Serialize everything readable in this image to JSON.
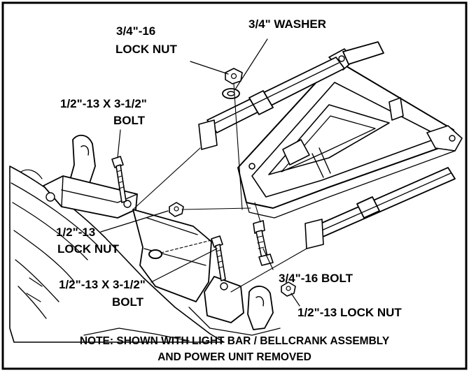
{
  "labels": {
    "lock_nut_34_line1": "3/4\"-16",
    "lock_nut_34_line2": "LOCK NUT",
    "washer_34": "3/4\" WASHER",
    "bolt_12_upper_line1": "1/2\"-13 X 3-1/2\"",
    "bolt_12_upper_line2": "BOLT",
    "lock_nut_12_left_line1": "1/2\"-13",
    "lock_nut_12_left_line2": "LOCK NUT",
    "bolt_12_lower_line1": "1/2\"-13 X 3-1/2\"",
    "bolt_12_lower_line2": "BOLT",
    "bolt_34": "3/4\"-16 BOLT",
    "lock_nut_12_right": "1/2\"-13 LOCK NUT"
  },
  "note": {
    "line1": "NOTE: SHOWN WITH LIGHT BAR / BELLCRANK ASSEMBLY",
    "line2": "AND POWER UNIT REMOVED"
  },
  "colors": {
    "ink": "#000000",
    "paper": "#ffffff"
  }
}
